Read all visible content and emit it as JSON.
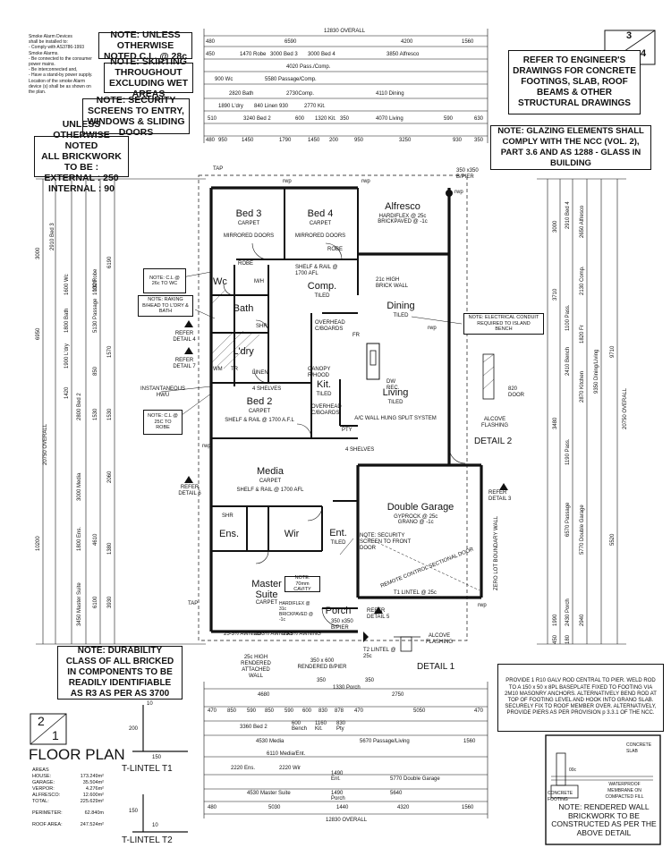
{
  "notes": {
    "smoke_alarm": [
      "Smoke Alarm Devices",
      "shall be installed to:",
      "- Comply with AS3786-1993",
      "  Smoke Alarms.",
      "- Be connected to the consumer",
      "  power mains.",
      "- Be interconnected and,",
      "- Have a stand-by power supply.",
      "  Location of the smoke Alarm",
      "  device (s) shall be as shown on",
      "  the plan."
    ],
    "ceiling": "NOTE: UNLESS OTHERWISE NOTED C.L. @ 28c",
    "skirting": "NOTE: SKIRTING THROUGHOUT EXCLUDING WET AREAS",
    "security": "NOTE: SECURITY SCREENS TO ENTRY, WINDOWS & SLIDING DOORS",
    "brickwork": [
      "UNLESS OTHERWISE NOTED",
      "ALL BRICKWORK TO BE :",
      "EXTERNAL : 250",
      "INTERNAL : 90"
    ],
    "engineer": "REFER TO ENGINEER'S DRAWINGS FOR CONCRETE FOOTINGS, SLAB, ROOF BEAMS & OTHER STRUCTURAL DRAWINGS",
    "glazing": "NOTE: GLAZING ELEMENTS SHALL COMPLY WITH THE NCC (VOL. 2), PART 3.6 AND AS 1288 - GLASS IN BUILDING",
    "electrical": "NOTE: ELECTRICAL CONDUIT REQUIRED TO ISLAND BENCH",
    "durability": "NOTE: DURABILITY CLASS OF ALL BRICKED IN COMPONENTS TO BE READILY IDENTIFIABLE AS R3 AS PER AS 3700",
    "pier": "PROVIDE 1 R10 GALV ROD CENTRAL TO PIER. WELD ROD TO A 150 x 50 x 8PL BASEPLATE FIXED TO FOOTING VIA 2M10 MASONRY ANCHORS. ALTERNATIVELY BEND ROD AT TOP OF FOOTING LEVEL AND HOOK INTO GRANO SLAB. SECURELY FIX TO ROOF MEMBER OVER. ALTERNATIVELY, PROVIDE PIERS AS PER PROVISION p 3.3.1 OF THE NCC.",
    "rendered": "NOTE: RENDERED WALL BRICKWORK TO BE CONSTRUCTED AS PER THE ABOVE DETAIL",
    "raking": "NOTE: RAKING B/HEAD TO L'DRY & BATH",
    "cl26": "NOTE: C.L @ 26c TO WC",
    "cl25": "NOTE: C.L @ 25C TO ROBE",
    "ceiling_master": "NOTE: 70mm CAVITY"
  },
  "sheet": {
    "top": "3",
    "bottom": "4"
  },
  "plan_ref": {
    "top": "2",
    "bottom": "1"
  },
  "title": "FLOOR PLAN",
  "rooms": {
    "bed3": {
      "name": "Bed 3",
      "floor": "CARPET",
      "extra": "MIRRORED DOORS"
    },
    "bed4": {
      "name": "Bed 4",
      "floor": "CARPET",
      "extra": "MIRRORED DOORS"
    },
    "alfresco": {
      "name": "Alfresco",
      "floor": "HARDIFLEX @ 25c BRICKPAVED @ -1c"
    },
    "wc": {
      "name": "Wc"
    },
    "comp": {
      "name": "Comp.",
      "floor": "TILED"
    },
    "dining": {
      "name": "Dining",
      "floor": "TILED"
    },
    "bath": {
      "name": "Bath"
    },
    "ldry": {
      "name": "L'dry"
    },
    "kit": {
      "name": "Kit.",
      "floor": "TILED"
    },
    "living": {
      "name": "Living",
      "floor": "TILED",
      "extra": "A/C WALL HUNG SPLIT SYSTEM"
    },
    "bed2": {
      "name": "Bed 2",
      "floor": "CARPET",
      "extra": "SHELF & RAIL @ 1700 A.F.L"
    },
    "media": {
      "name": "Media",
      "floor": "CARPET",
      "extra": "SHELF & RAIL @ 1700 AFL"
    },
    "garage": {
      "name": "Double Garage",
      "floor": "GYPROCK @ 25c GRANO @ -1c"
    },
    "ens": {
      "name": "Ens."
    },
    "wir": {
      "name": "Wir"
    },
    "entry": {
      "name": "Ent.",
      "floor": "TILED"
    },
    "master": {
      "name": "Master Suite",
      "floor": "CARPET"
    },
    "porch": {
      "name": "Porch",
      "floor": "HARDIFLEX @ 31c BRICKPAVED @ -1c"
    }
  },
  "labels": {
    "tap": "TAP",
    "rwp": "rwp",
    "robe": "ROBE",
    "mh": "M/H",
    "shr": "SHR",
    "wm": "WM",
    "tr": "TR",
    "linen": "LINEN",
    "shelf_rail": "SHELF & RAIL @ 1700 AFL",
    "brick_wall": "21c HIGH BRICK WALL",
    "overhead": "OVERHEAD C/BOARDS",
    "canopy": "CANOPY R/HOOD",
    "dw": "DW REC.",
    "four_shelves": "4 SHELVES",
    "instantaneous": "INSTANTANEOUS HWU",
    "pier_top": "350 x350 B/PIER",
    "pier_porch": "350 x350 B/PIER",
    "awning": "25-3½ AWNING",
    "rendered_wall": "25c HIGH RENDERED ATTACHED WALL",
    "brick_pier": "350 x 600 RENDERED B/PIER",
    "lintel_t1": "T1 LINTEL @ 25c",
    "lintel_t2": "T2 LINTEL @ 25c",
    "remote_door": "REMOTE CONTROL SECTIONAL DOOR",
    "security_front": "NOTE: SECURITY SCREEN TO FRONT DOOR",
    "zero_lot": "ZERO LOT BOUNDARY WALL",
    "alcove_flashing": "ALCOVE FLASHING",
    "detail1": "DETAIL 1",
    "detail2": "DETAIL 2",
    "detail3": "REFER DETAIL 3",
    "detail4": "REFER DETAIL 4",
    "detail5": "REFER DETAIL 5",
    "detail6": "REFER DETAIL 6",
    "detail7": "REFER DETAIL 7",
    "door_820": "820 DOOR",
    "t_lintel1": "T-LINTEL T1",
    "t_lintel2": "T-LINTEL T2",
    "concrete_slab": "CONCRETE SLAB",
    "membrane": "WATERPROOF MEMBRANE ON COMPACTED FILL",
    "concrete_footing": "CONCRETE FOOTING",
    "sand": "00c",
    "pty": "PTY",
    "fr": "FR"
  },
  "dimensions_top": {
    "overall": "12830 OVERALL",
    "row1": [
      "480",
      "6590",
      "4200",
      "1560"
    ],
    "row2": [
      "450",
      "1470 Robe",
      "3000 Bed 3",
      "3000 Bed 4",
      "3850 Alfresco"
    ],
    "row3": [
      "4020 Pass./Comp."
    ],
    "row4": [
      "900 Wc",
      "5580 Passage/Comp."
    ],
    "row5": [
      "2820 Bath",
      "2730Comp.",
      "4110 Dining"
    ],
    "row6": [
      "1890 L'dry",
      "840 Linen",
      "930",
      "2770 Kit."
    ],
    "row7": [
      "510",
      "3240 Bed 2",
      "600",
      "1320 Kit.",
      "350",
      "4070 Living",
      "590",
      "630"
    ],
    "row8": [
      "480",
      "950",
      "1450",
      "1790",
      "1450",
      "200",
      "950",
      "3250",
      "930",
      "350"
    ]
  },
  "dimensions_bottom": {
    "row1": [
      "4680",
      "350",
      "1330 Porch",
      "2750",
      "350"
    ],
    "row2": [
      "470",
      "850",
      "590",
      "850",
      "590",
      "600",
      "830",
      "878",
      "470",
      "5050",
      "470"
    ],
    "row3": [
      "3360 Bed 2",
      "600 Bench",
      "1160 Kit.",
      "830 Pty"
    ],
    "row4": [
      "4530 Media",
      "5670 Passage/Living",
      "1560"
    ],
    "row5": [
      "6110 Media/Ent."
    ],
    "row6": [
      "2220 Ens.",
      "2220 Wir",
      "1490 Ent.",
      "5770 Double Garage"
    ],
    "row7": [
      "4530 Master Suite",
      "1490 Porch",
      "5640"
    ],
    "row8": [
      "480",
      "5030",
      "1440",
      "4320",
      "1560"
    ],
    "overall": "12830 OVERALL"
  },
  "dimensions_left": [
    "3000",
    "2910 Bed 3",
    "1600 Wc",
    "1800 Bath",
    "1900 L'dry",
    "2800 Bed 2",
    "3000 Media",
    "1800 Ens.",
    "3450 Master Suite",
    "6950",
    "10200",
    "20750 OVERALL",
    "5130 Passage",
    "1320",
    "1530",
    "1570",
    "2060",
    "1380",
    "1530",
    "3930",
    "4610",
    "6100",
    "6190",
    "1420",
    "850",
    "1000 Robe"
  ],
  "dimensions_right": [
    "3000",
    "2910 Bed 4",
    "2650 Alfresco",
    "2130 Comp.",
    "3710",
    "1100 Pass.",
    "1820 Fr",
    "2410 Bench",
    "2870 Kitchen",
    "9350 Dining/Living",
    "9710",
    "20750 OVERALL",
    "3480",
    "1190 Pass.",
    "6570 Passage",
    "5770 Double Garage",
    "5520",
    "2430 Porch",
    "1990",
    "2940",
    "450",
    "180"
  ],
  "areas": {
    "header": "AREAS",
    "rows": [
      [
        "HOUSE:",
        "173.249m²"
      ],
      [
        "GARAGE:",
        "35.504m²"
      ],
      [
        "VERPOR:",
        "4.276m²"
      ],
      [
        "ALFRESCO:",
        "12.600m²"
      ],
      [
        "TOTAL:",
        "225.629m²"
      ]
    ],
    "perimeter": [
      "PERIMETER:",
      "62.840m"
    ],
    "roof": [
      "ROOF AREA:",
      "247.524m²"
    ]
  },
  "lintel_dims": {
    "t1": [
      "10",
      "200",
      "150"
    ],
    "t2": [
      "150",
      "10"
    ]
  }
}
